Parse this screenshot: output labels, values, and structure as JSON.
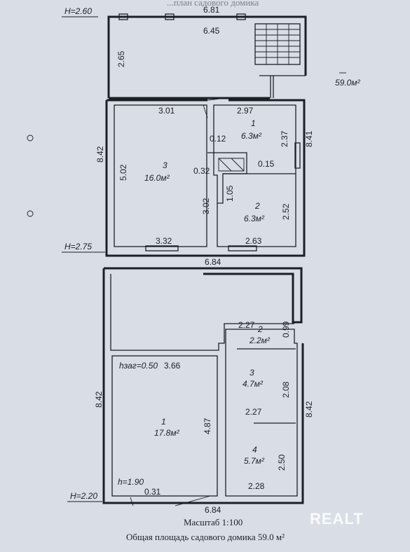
{
  "header": {
    "partial_caption": "...план садового домика"
  },
  "attic": {
    "height_label": "H=2.60",
    "dim_outer_width": "6.81",
    "dim_inner_width": "6.45",
    "dim_height": "2.65",
    "area_note": "59.0м²"
  },
  "ground": {
    "height_label": "H=2.75",
    "dim_left": "8.42",
    "dim_right": "8.41",
    "dim_bottom_outer": "6.84",
    "rooms": [
      {
        "number": "1",
        "area": "6.3м²"
      },
      {
        "number": "2",
        "area": "6.3м²"
      },
      {
        "number": "3",
        "area": "16.0м²"
      }
    ],
    "dims": {
      "r3_top": "3.01",
      "r3_left": "5.02",
      "r3_bottom": "3.32",
      "r3_right": "3.02",
      "r1_top": "2.97",
      "r1_right": "2.37",
      "hall_a": "0.12",
      "hall_b": "0.32",
      "hall_c": "0.15",
      "hall_d": "1.05",
      "r2_right": "2.52",
      "r2_bottom": "2.63"
    }
  },
  "basement": {
    "height_label": "H=2.20",
    "dim_left": "8.42",
    "dim_right": "8.42",
    "dim_bottom": "6.84",
    "rooms": [
      {
        "number": "1",
        "area": "17.8м²"
      },
      {
        "number": "2",
        "area": "2.2м²"
      },
      {
        "number": "3",
        "area": "4.7м²"
      },
      {
        "number": "4",
        "area": "5.7м²"
      }
    ],
    "dims": {
      "h_zag": "hзаг=0.50",
      "r1_top": "3.66",
      "r1_right": "4.87",
      "h_low": "h=1.90",
      "step": "0.31",
      "r2_left": "2.27",
      "r2_right": "0.99",
      "r3_right": "2.08",
      "r3_bottom": "2.27",
      "r4_right": "2.50",
      "r4_bottom": "2.28"
    }
  },
  "footer": {
    "scale": "Масштаб 1:100",
    "total_area": "Общая площадь садового домика 59.0 м²"
  },
  "watermark": "REALT"
}
